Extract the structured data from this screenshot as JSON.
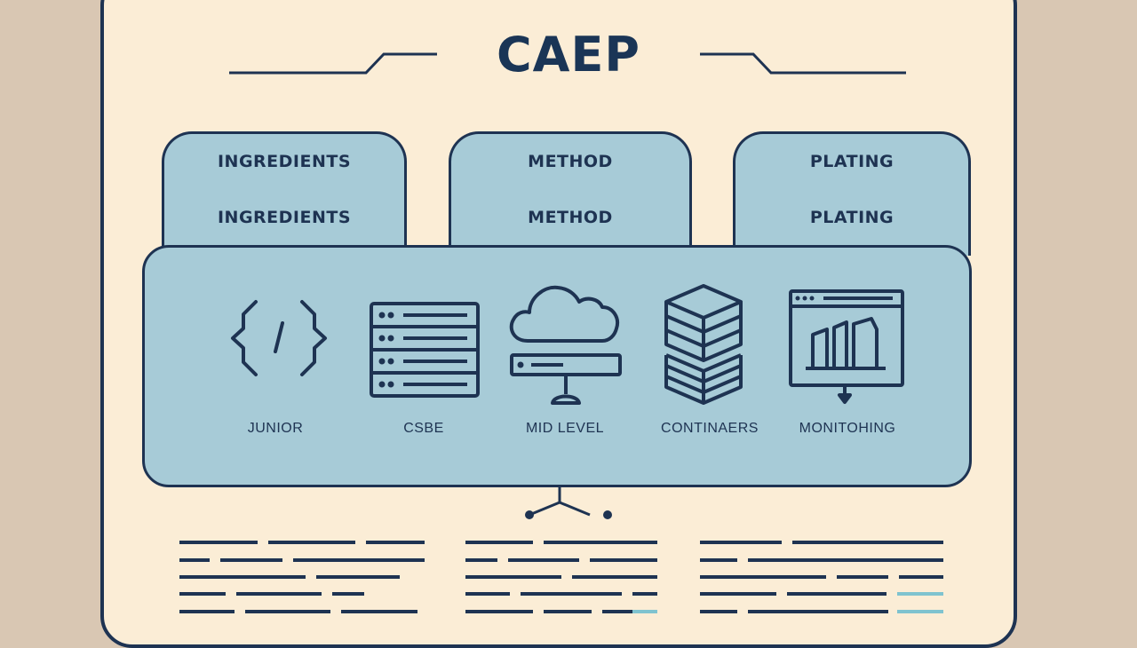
{
  "title": "CAEP",
  "tabs": [
    {
      "line1": "INGREDIENTS",
      "line2": "INGREDIENTS"
    },
    {
      "line1": "METHOD",
      "line2": "METHOD"
    },
    {
      "line1": "PLATING",
      "line2": "PLATING"
    }
  ],
  "stages": [
    {
      "label": "JUNIOR",
      "icon": "code-icon"
    },
    {
      "label": "CSBE",
      "icon": "server-rack-icon"
    },
    {
      "label": "MID LEVEL",
      "icon": "cloud-monitor-icon"
    },
    {
      "label": "CONTINAERS",
      "icon": "stacked-cubes-icon"
    },
    {
      "label": "MONITOHING",
      "icon": "chart-window-icon"
    }
  ],
  "colors": {
    "background": "#d9c7b3",
    "card": "#fbedd6",
    "panel": "#a7cbd7",
    "ink": "#1e3352",
    "accent": "#7fc3cf"
  }
}
